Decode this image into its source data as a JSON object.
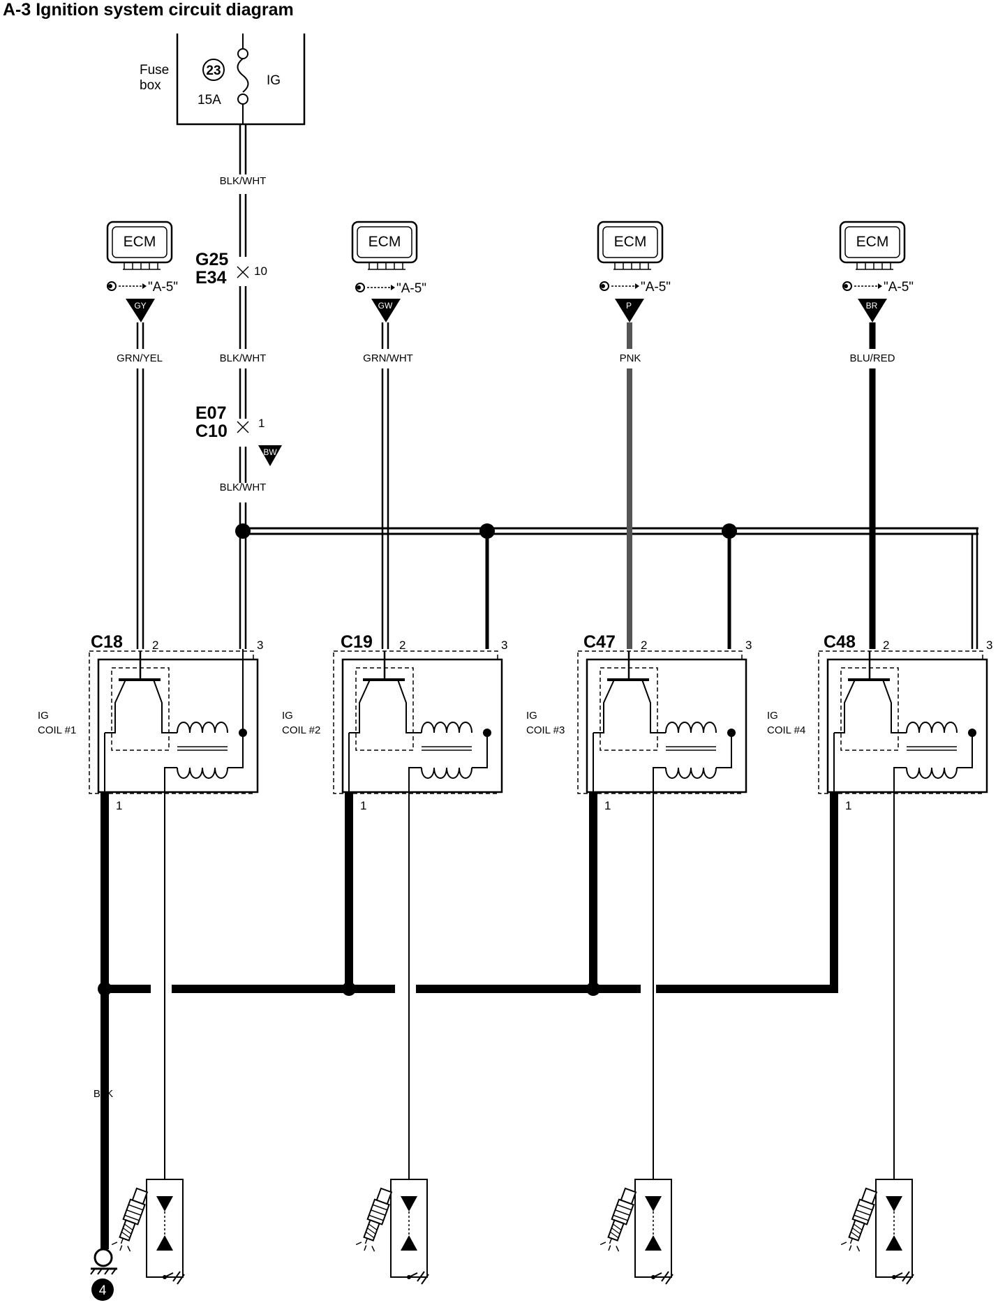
{
  "title": "A-3 Ignition system circuit diagram",
  "fuse_box": {
    "label_line1": "Fuse",
    "label_line2": "box",
    "fuse_number": "23",
    "rating": "15A",
    "circuit": "IG"
  },
  "main_feed": {
    "wire_top": "BLK/WHT",
    "connector1_top": "G25",
    "connector1_bottom": "E34",
    "connector1_pin": "10",
    "wire_mid": "BLK/WHT",
    "connector2_top": "E07",
    "connector2_bottom": "C10",
    "connector2_pin": "1",
    "connector2_tag": "BW",
    "wire_bottom": "BLK/WHT"
  },
  "ecm_units": [
    {
      "label": "ECM",
      "ref": "\"A-5\"",
      "tag": "GY",
      "wire": "GRN/YEL"
    },
    {
      "label": "ECM",
      "ref": "\"A-5\"",
      "tag": "GW",
      "wire": "GRN/WHT"
    },
    {
      "label": "ECM",
      "ref": "\"A-5\"",
      "tag": "P",
      "wire": "PNK"
    },
    {
      "label": "ECM",
      "ref": "\"A-5\"",
      "tag": "BR",
      "wire": "BLU/RED"
    }
  ],
  "coils": [
    {
      "connector": "C18",
      "label_line1": "IG",
      "label_line2": "COIL #1",
      "pin_signal": "2",
      "pin_power": "3",
      "pin_ground": "1"
    },
    {
      "connector": "C19",
      "label_line1": "IG",
      "label_line2": "COIL #2",
      "pin_signal": "2",
      "pin_power": "3",
      "pin_ground": "1"
    },
    {
      "connector": "C47",
      "label_line1": "IG",
      "label_line2": "COIL #3",
      "pin_signal": "2",
      "pin_power": "3",
      "pin_ground": "1"
    },
    {
      "connector": "C48",
      "label_line1": "IG",
      "label_line2": "COIL #4",
      "pin_signal": "2",
      "pin_power": "3",
      "pin_ground": "1"
    }
  ],
  "ground": {
    "wire": "BLK",
    "point": "4"
  },
  "colors": {
    "line": "#000000",
    "background": "#ffffff",
    "pnk_wire": "#555555"
  }
}
